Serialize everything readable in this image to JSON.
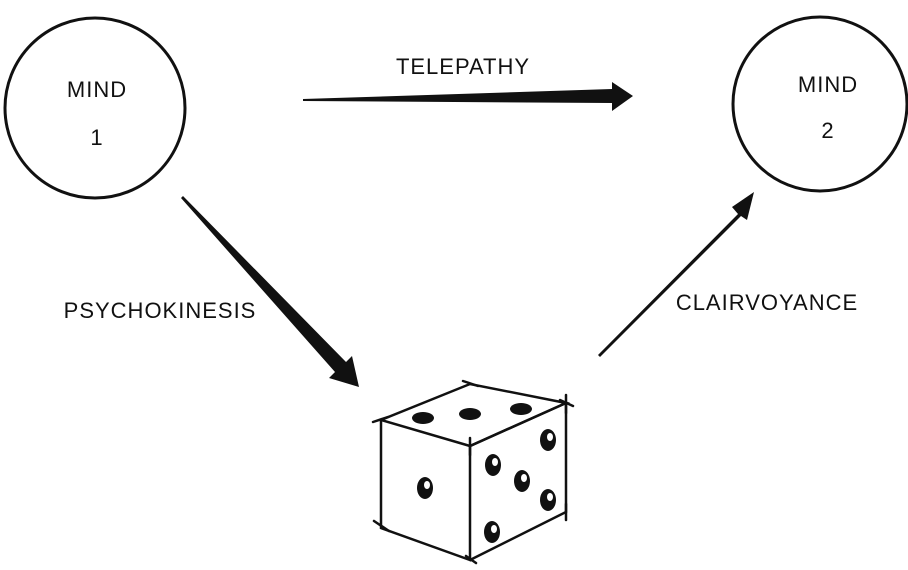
{
  "diagram": {
    "mind1": {
      "title": "MIND",
      "number": "1"
    },
    "mind2": {
      "title": "MIND",
      "number": "2"
    },
    "arrows": {
      "telepathy": "TELEPATHY",
      "psychokinesis": "PSYCHOKINESIS",
      "clairvoyance": "CLAIRVOYANCE"
    },
    "die": {
      "top_face_pips": 3,
      "left_face_pips": 1,
      "right_face_pips": 5
    }
  }
}
